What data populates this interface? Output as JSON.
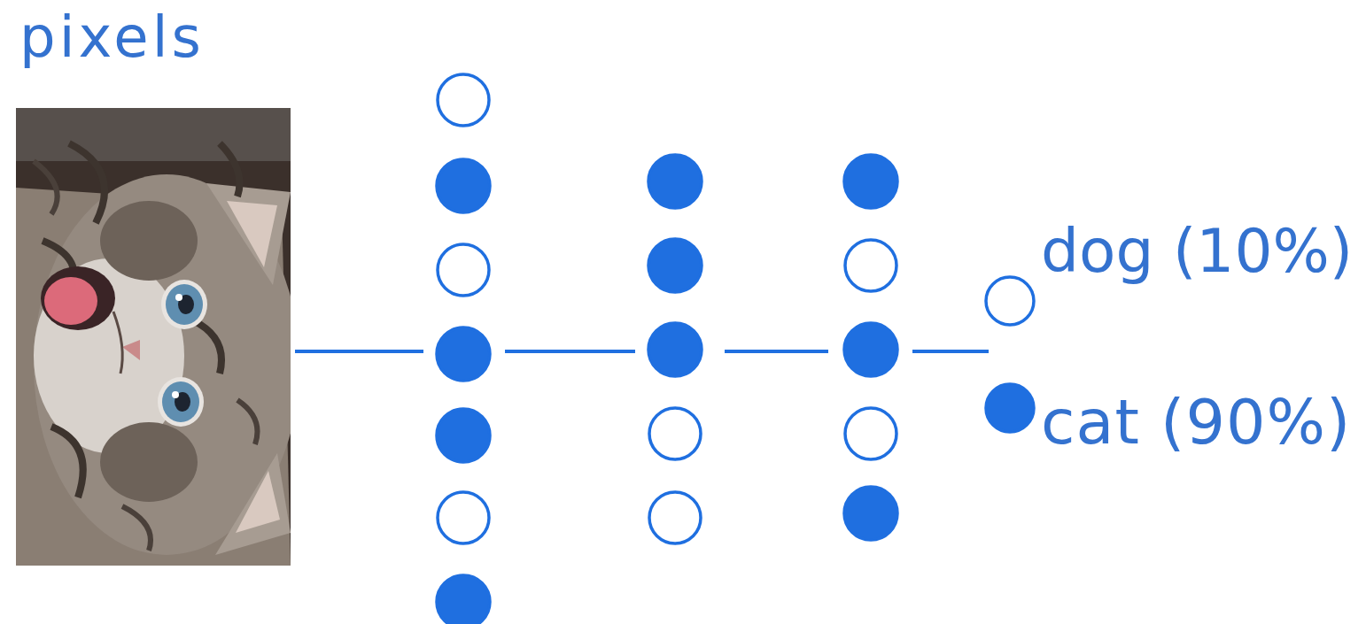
{
  "diagram": {
    "nodes": [
      {
        "text": [
          "pixels"
        ]
      },
      {
        "text": [
          "dog (10%)"
        ]
      },
      {
        "text": [
          "cat (90%)"
        ]
      }
    ]
  }
}
